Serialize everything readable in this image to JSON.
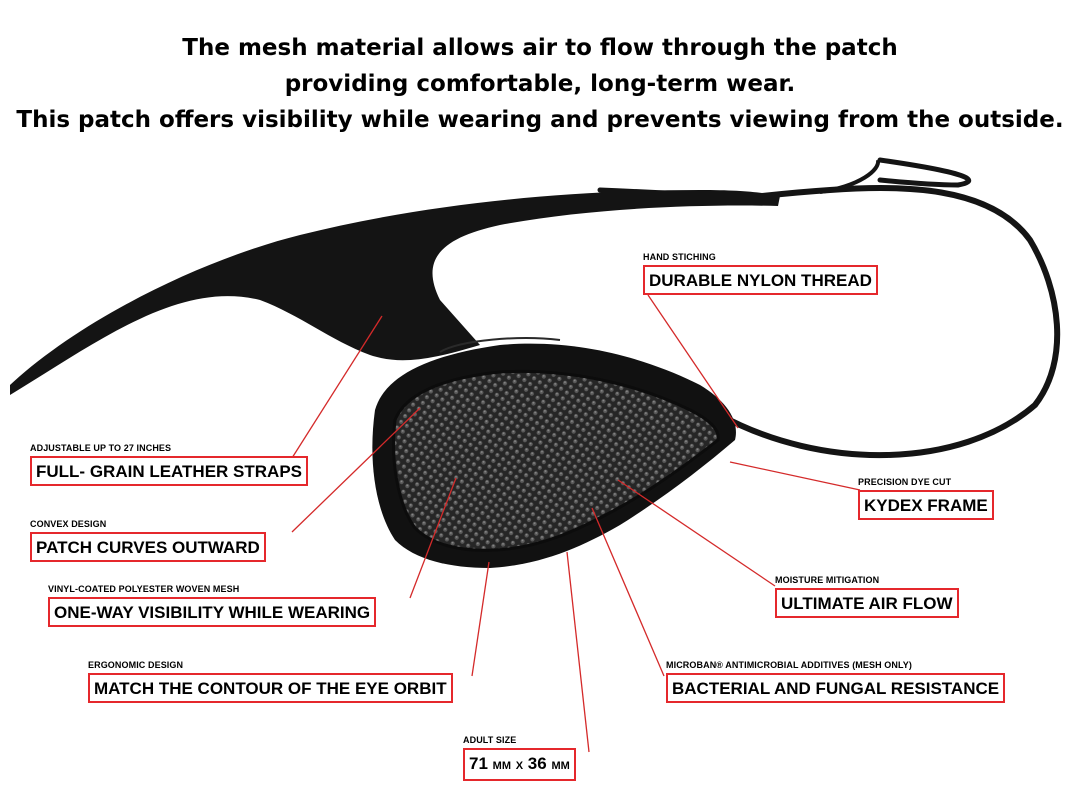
{
  "headline": {
    "line1": "The mesh material allows air to flow through the patch",
    "line2": "providing comfortable, long-term wear.",
    "line3": "This patch offers visibility while wearing and prevents viewing from the outside."
  },
  "callouts": {
    "thread": {
      "small": "HAND STICHING",
      "label": "DURABLE NYLON THREAD"
    },
    "straps": {
      "small": "ADJUSTABLE UP TO 27 INCHES",
      "label": "FULL- GRAIN LEATHER STRAPS"
    },
    "convex": {
      "small": "CONVEX DESIGN",
      "label": "PATCH CURVES OUTWARD"
    },
    "mesh": {
      "small": "VINYL-COATED POLYESTER WOVEN MESH",
      "label": "ONE-WAY VISIBILITY WHILE WEARING"
    },
    "ergonomic": {
      "small": "ERGONOMIC DESIGN",
      "label": "MATCH THE CONTOUR OF THE EYE ORBIT"
    },
    "size": {
      "small": "ADULT SIZE",
      "width_value": "71",
      "height_value": "36",
      "unit": "MM",
      "separator": "X"
    },
    "microban": {
      "small": "MICROBAN® ANTIMICROBIAL ADDITIVES (MESH ONLY)",
      "label": "BACTERIAL AND FUNGAL RESISTANCE"
    },
    "moisture": {
      "small": "MOISTURE MITIGATION",
      "label": "ULTIMATE AIR FLOW"
    },
    "kydex": {
      "small": "PRECISION DYE CUT",
      "label": "KYDEX FRAME"
    }
  },
  "colors": {
    "callout_border": "#e5282c",
    "leader_line": "#d42a2a",
    "leather": "#141414",
    "mesh": "#2b2b2b"
  }
}
